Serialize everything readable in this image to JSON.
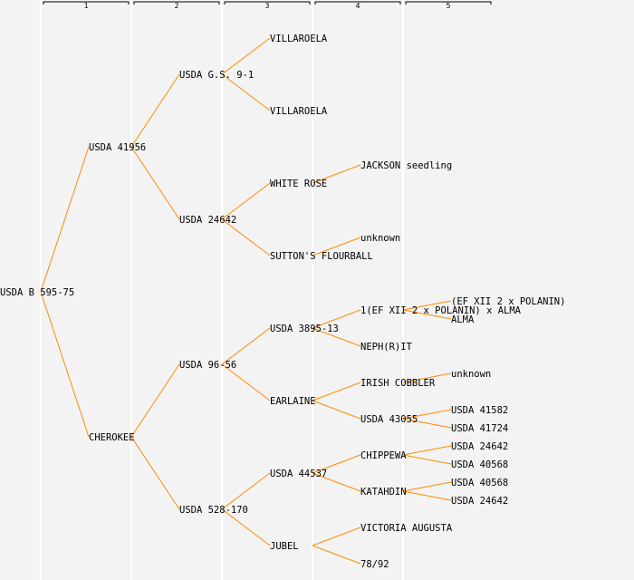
{
  "generations": [
    "1",
    "2",
    "3",
    "4",
    "5"
  ],
  "colors": {
    "line": "#ff8c00",
    "link": "#0000ff",
    "text": "#000000",
    "background": "#f3f3f3"
  },
  "tree": {
    "name": "USDA B 595-75",
    "children": [
      {
        "name": "USDA 41956",
        "children": [
          {
            "name": "USDA G.S. 9-1",
            "children": [
              {
                "name": "VILLAROELA"
              },
              {
                "name": "VILLAROELA"
              }
            ]
          },
          {
            "name": "USDA 24642",
            "children": [
              {
                "name": "WHITE ROSE",
                "link": true,
                "children": [
                  {
                    "name": "JACKSON seedling"
                  },
                  null
                ]
              },
              {
                "name": "SUTTON'S FLOURBALL",
                "children": [
                  {
                    "name": "unknown"
                  },
                  null
                ]
              }
            ]
          }
        ]
      },
      {
        "name": "CHEROKEE",
        "children": [
          {
            "name": "USDA 96-56",
            "children": [
              {
                "name": "USDA 3895-13",
                "children": [
                  {
                    "name": "1(EF XII 2 x POLANIN) x ALMA",
                    "children": [
                      {
                        "name": "(EF XII 2 x POLANIN)"
                      },
                      {
                        "name": "ALMA"
                      }
                    ]
                  },
                  {
                    "name": "NEPH(R)IT"
                  }
                ]
              },
              {
                "name": "EARLAINE",
                "children": [
                  {
                    "name": "IRISH COBBLER",
                    "link": true,
                    "children": [
                      {
                        "name": "unknown"
                      },
                      null
                    ]
                  },
                  {
                    "name": "USDA 43055",
                    "children": [
                      {
                        "name": "USDA 41582"
                      },
                      {
                        "name": "USDA 41724"
                      }
                    ]
                  }
                ]
              }
            ]
          },
          {
            "name": "USDA 528-170",
            "children": [
              {
                "name": "USDA 44537",
                "children": [
                  {
                    "name": "CHIPPEWA",
                    "children": [
                      {
                        "name": "USDA 24642"
                      },
                      {
                        "name": "USDA 40568"
                      }
                    ]
                  },
                  {
                    "name": "KATAHDIN",
                    "children": [
                      {
                        "name": "USDA 40568"
                      },
                      {
                        "name": "USDA 24642"
                      }
                    ]
                  }
                ]
              },
              {
                "name": "JUBEL",
                "children": [
                  {
                    "name": "VICTORIA AUGUSTA"
                  },
                  {
                    "name": "78/92"
                  }
                ]
              }
            ]
          }
        ]
      }
    ]
  }
}
